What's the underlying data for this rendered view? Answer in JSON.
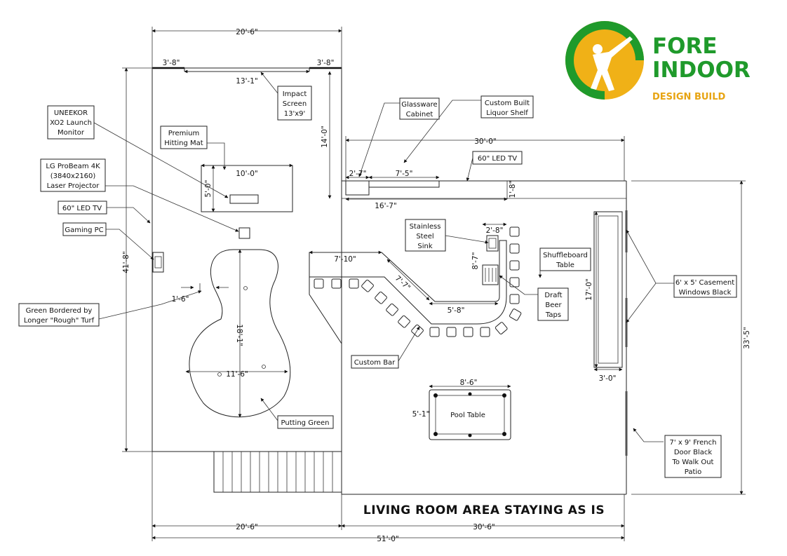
{
  "logo": {
    "line1": "FORE",
    "line2": "INDOOR",
    "tagline": "DESIGN BUILD"
  },
  "dimensions": {
    "top_width": "20'-6\"",
    "screen_left": "3'-8\"",
    "screen_right": "3'-8\"",
    "screen_width": "13'-1\"",
    "sim_depth": "14'-0\"",
    "mat_width": "10'-0\"",
    "mat_depth": "5'-0\"",
    "left_height": "41'-8\"",
    "rough_gap": "1'-6\"",
    "green_length": "18'-1\"",
    "green_width": "11'-6\"",
    "bar_wall_width": "30'-0\"",
    "cab_width": "2'-7\"",
    "shelf_width": "7'-5\"",
    "tv_height": "1'-8\"",
    "wall_span": "16'-7\"",
    "bar_top": "7'-10\"",
    "bar_diag": "7'-7\"",
    "bar_bottom": "5'-8\"",
    "bar_end_width": "2'-8\"",
    "bar_end_length": "8'-7\"",
    "shuffle_length": "17'-0\"",
    "shuffle_width": "3'-0\"",
    "right_height": "33'-5\"",
    "pool_width": "8'-6\"",
    "pool_depth": "5'-1\"",
    "bottom_left": "20'-6\"",
    "bottom_right": "30'-6\"",
    "total_width": "51'-0\""
  },
  "labels": {
    "impact_screen": [
      "Impact",
      "Screen",
      "13'x9'"
    ],
    "uneekor": [
      "UNEEKOR",
      "XO2 Launch",
      "Monitor"
    ],
    "hitting_mat": [
      "Premium",
      "Hitting Mat"
    ],
    "projector": [
      "LG ProBeam 4K",
      "(3840x2160)",
      "Laser Projector"
    ],
    "tv_left": [
      "60\" LED TV"
    ],
    "gaming_pc": [
      "Gaming PC"
    ],
    "rough_turf": [
      "Green Bordered by",
      "Longer \"Rough\" Turf"
    ],
    "putting_green": [
      "Putting Green"
    ],
    "glassware": [
      "Glassware",
      "Cabinet"
    ],
    "liquor_shelf": [
      "Custom Built",
      "Liquor Shelf"
    ],
    "tv_right": [
      "60\" LED TV"
    ],
    "sink": [
      "Stainless",
      "Steel",
      "Sink"
    ],
    "beer_taps": [
      "Draft",
      "Beer",
      "Taps"
    ],
    "custom_bar": [
      "Custom Bar"
    ],
    "shuffleboard": [
      "Shuffleboard",
      "Table"
    ],
    "windows": [
      "6' x 5' Casement",
      "Windows Black"
    ],
    "pool_table": [
      "Pool Table"
    ],
    "french_door": [
      "7' x 9' French",
      "Door Black",
      "To Walk Out",
      "Patio"
    ]
  },
  "living_room_note": "LIVING ROOM AREA STAYING AS IS",
  "colors": {
    "logo_green": "#1f9a2b",
    "logo_yellow": "#f0b117",
    "logo_orange": "#e7a412"
  }
}
